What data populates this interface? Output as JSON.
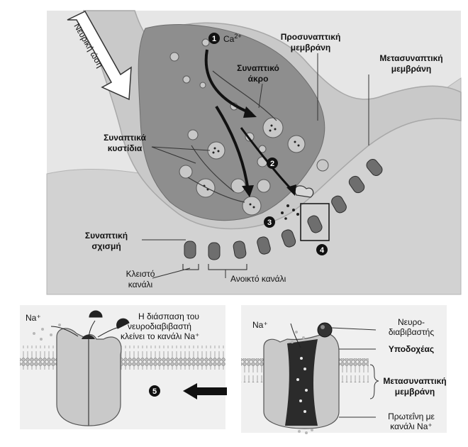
{
  "colors": {
    "panel_bg": "#e6e6e6",
    "terminal": "#9a9a9a",
    "terminal_inner": "#8c8c8c",
    "membrane": "#cfcfcf",
    "protein": "#7a7a7a",
    "dark": "#1a1a1a"
  },
  "top": {
    "impulse": "Νευρική ώση",
    "calcium": "Ca",
    "calcium_sup": "2+",
    "presyn_line1": "Προσυναπτική",
    "presyn_line2": "μεμβράνη",
    "terminal_line1": "Συναπτικό",
    "terminal_line2": "άκρο",
    "postsyn_line1": "Μετασυναπτική",
    "postsyn_line2": "μεμβράνη",
    "vesicles_line1": "Συναπτικά",
    "vesicles_line2": "κυστίδια",
    "cleft_line1": "Συναπτική",
    "cleft_line2": "σχισμή",
    "closed_line1": "Κλειστό",
    "closed_line2": "κανάλι",
    "open": "Ανοικτό κανάλι",
    "steps": [
      "1",
      "2",
      "3",
      "4"
    ]
  },
  "bottom": {
    "na_left": "Na⁺",
    "breakdown_line1": "Η διάσπαση του",
    "breakdown_line2": "νευροδιαβιβαστή",
    "breakdown_line3": "κλείνει το κανάλι Na⁺",
    "step5": "5",
    "na_right": "Na⁺",
    "nt_line1": "Νευρο-",
    "nt_line2": "διαβιβαστής",
    "receptor": "Υποδοχέας",
    "post_line1": "Μετασυναπτική",
    "post_line2": "μεμβράνη",
    "protein_line1": "Πρωτεΐνη με",
    "protein_line2": "κανάλι Na⁺"
  }
}
